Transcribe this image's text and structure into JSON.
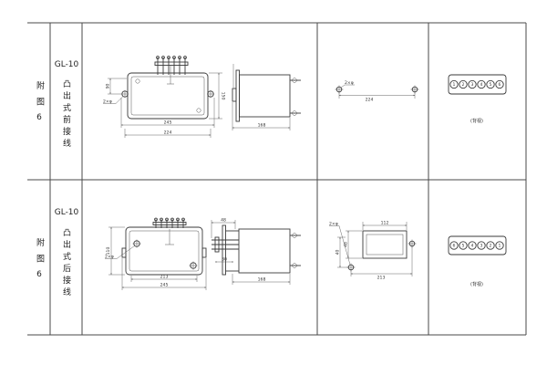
{
  "rows": [
    {
      "figure_label": "附图6",
      "model": "GL-10",
      "type_label": "凸出式前接线",
      "front_view": {
        "overall_width": "245",
        "mount_width": "224",
        "height": "150",
        "lug_offset": "90",
        "hole_note": "2×φ"
      },
      "side_view": {
        "depth": "168"
      },
      "cutout": {
        "hole_spacing": "224",
        "hole_note": "2×φ"
      },
      "terminal_block": {
        "numbers": [
          "1",
          "2",
          "3",
          "4",
          "5",
          "6"
        ],
        "view_label": "(背视)"
      }
    },
    {
      "figure_label": "附图6",
      "model": "GL-10",
      "type_label": "凸出式后接线",
      "front_view": {
        "overall_width": "245",
        "mount_width": "213",
        "height": "110",
        "hole_note": "2×φ"
      },
      "side_view": {
        "flange_width": "48",
        "stud_offset": "30",
        "depth": "168"
      },
      "cutout": {
        "hole_spacing": "213",
        "slot_width": "112",
        "slot_offset_a": "48",
        "slot_offset_b": "40",
        "hole_note": "2×φ"
      },
      "terminal_block": {
        "numbers": [
          "6",
          "5",
          "4",
          "3",
          "2",
          "1"
        ],
        "view_label": "(背视)"
      }
    }
  ]
}
